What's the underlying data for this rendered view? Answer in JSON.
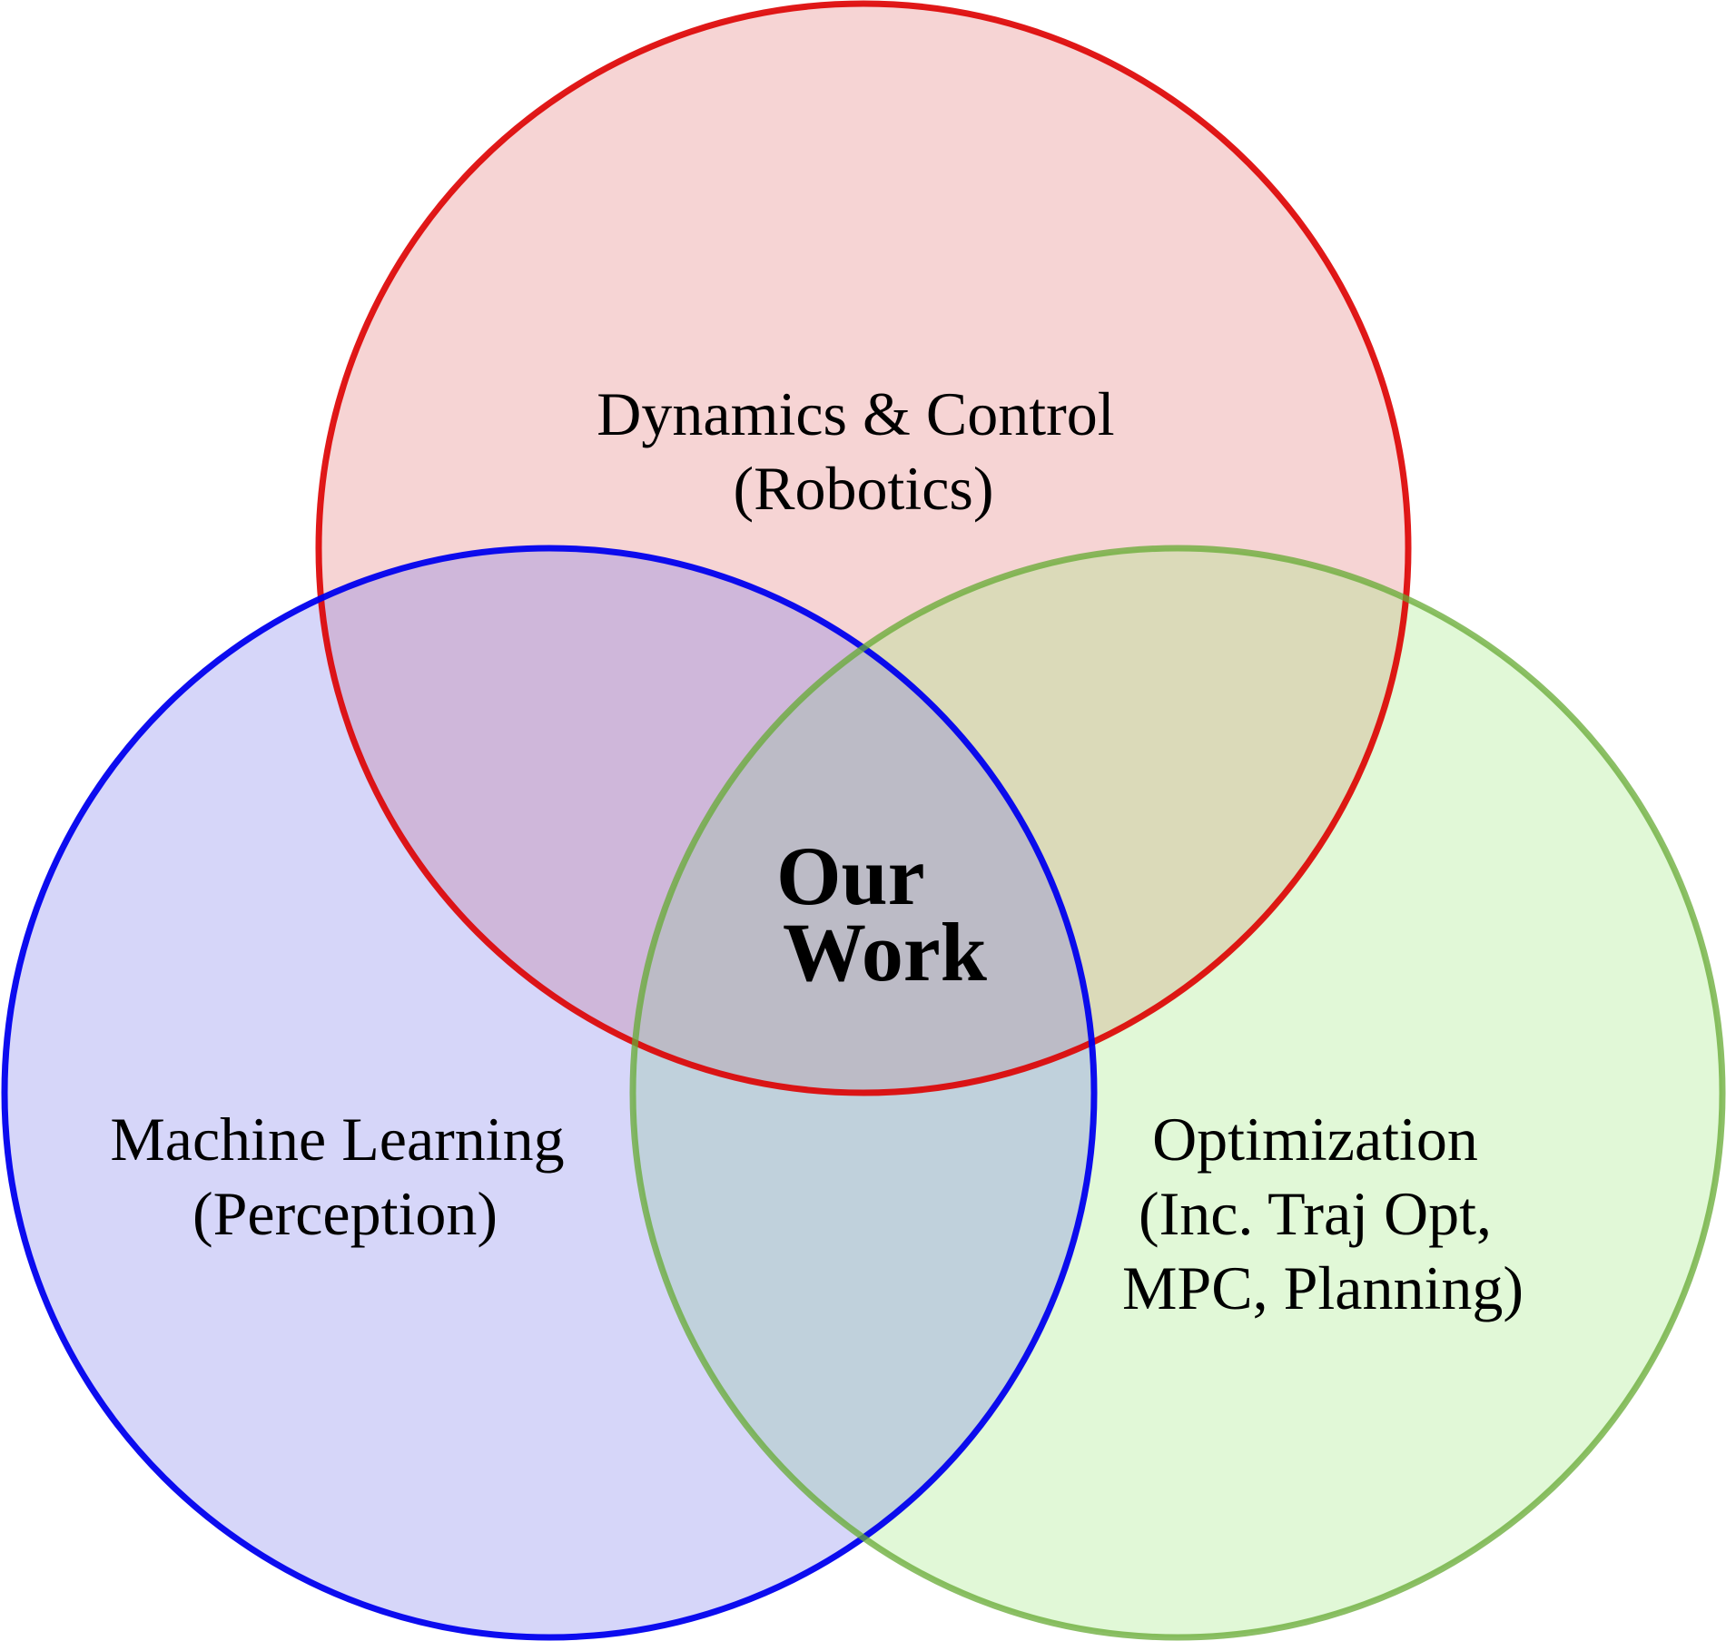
{
  "diagram": {
    "type": "venn",
    "sets": [
      {
        "id": "dynamics",
        "lines": [
          "Dynamics & Control",
          "(Robotics)"
        ],
        "fill_color": "#e06666",
        "stroke_color": "#dd0000"
      },
      {
        "id": "ml",
        "lines": [
          "Machine Learning",
          "(Perception)"
        ],
        "fill_color": "#6a6ae8",
        "stroke_color": "#0000ee"
      },
      {
        "id": "optimization",
        "lines": [
          "Optimization",
          "(Inc. Traj Opt,",
          "MPC, Planning)"
        ],
        "fill_color": "#9be87a",
        "stroke_color": "#66aa33"
      }
    ],
    "center": {
      "lines": [
        "Our",
        "Work"
      ]
    }
  }
}
